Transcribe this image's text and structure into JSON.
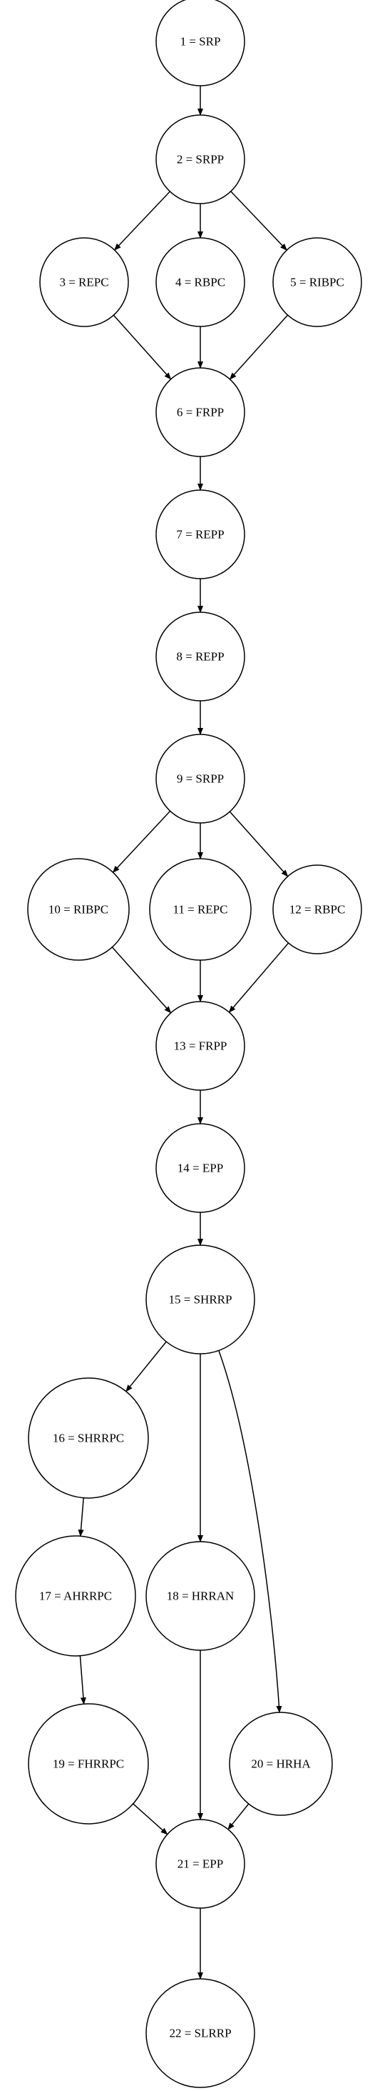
{
  "nodes": {
    "n1": "1 = SRP",
    "n2": "2 = SRPP",
    "n3": "3 = REPC",
    "n4": "4 = RBPC",
    "n5": "5 = RIBPC",
    "n6": "6 = FRPP",
    "n7": "7 = REPP",
    "n8": "8 = REPP",
    "n9": "9 = SRPP",
    "n10": "10 = RIBPC",
    "n11": "11 = REPC",
    "n12": "12 = RBPC",
    "n13": "13 = FRPP",
    "n14": "14 = EPP",
    "n15": "15 = SHRRP",
    "n16": "16 = SHRRPC",
    "n17": "17 = AHRRPC",
    "n18": "18 = HRRAN",
    "n19": "19 = FHRRPC",
    "n20": "20 = HRHA",
    "n21": "21 = EPP",
    "n22": "22 = SLRRP"
  },
  "edges": [
    [
      "n1",
      "n2"
    ],
    [
      "n2",
      "n3"
    ],
    [
      "n2",
      "n4"
    ],
    [
      "n2",
      "n5"
    ],
    [
      "n3",
      "n6"
    ],
    [
      "n4",
      "n6"
    ],
    [
      "n5",
      "n6"
    ],
    [
      "n6",
      "n7"
    ],
    [
      "n7",
      "n8"
    ],
    [
      "n8",
      "n9"
    ],
    [
      "n9",
      "n10"
    ],
    [
      "n9",
      "n11"
    ],
    [
      "n9",
      "n12"
    ],
    [
      "n10",
      "n13"
    ],
    [
      "n11",
      "n13"
    ],
    [
      "n12",
      "n13"
    ],
    [
      "n13",
      "n14"
    ],
    [
      "n14",
      "n15"
    ],
    [
      "n15",
      "n16"
    ],
    [
      "n15",
      "n18"
    ],
    [
      "n15",
      "n20"
    ],
    [
      "n16",
      "n17"
    ],
    [
      "n17",
      "n19"
    ],
    [
      "n19",
      "n21"
    ],
    [
      "n18",
      "n21"
    ],
    [
      "n20",
      "n21"
    ],
    [
      "n21",
      "n22"
    ]
  ]
}
